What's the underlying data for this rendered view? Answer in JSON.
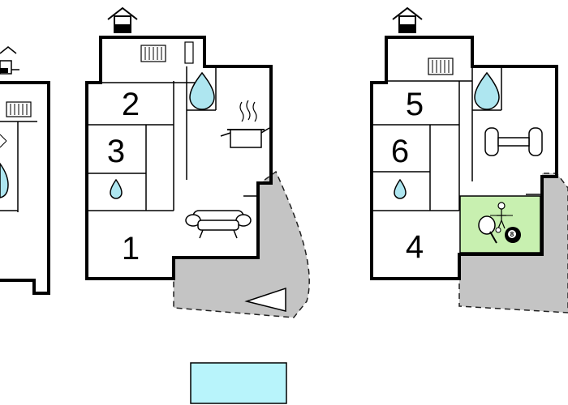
{
  "floorplan": {
    "room_numbers": [
      "1",
      "2",
      "3",
      "4",
      "5",
      "6"
    ],
    "ball_number": "8",
    "colors": {
      "water": "#aee6f0",
      "pool": "#b8f4fb",
      "game_room": "#c8f0b0",
      "terrace": "#c4c4c4"
    },
    "icons": [
      "house-icon",
      "radiator-icon",
      "water-drop-icon",
      "cooking-pot-icon",
      "sofa-icon",
      "dumbbell-icon",
      "foosball-icon",
      "ping-pong-icon",
      "billiard-ball-icon",
      "terrace-arrow-icon",
      "pool-icon"
    ]
  }
}
